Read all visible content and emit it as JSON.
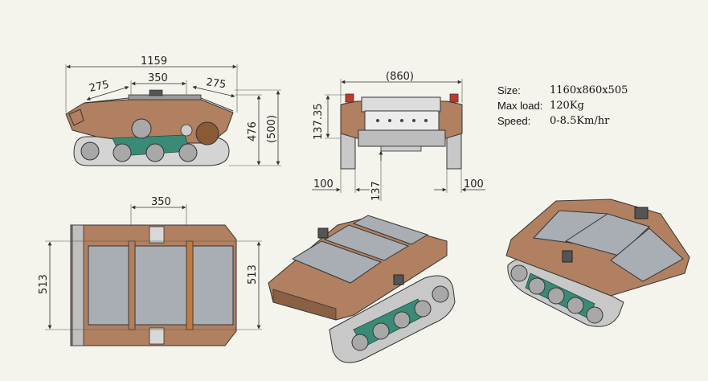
{
  "specs": [
    {
      "label": "Size:",
      "value": "1160x860x505"
    },
    {
      "label": "Max load:",
      "value": "120Kg"
    },
    {
      "label": "Speed:",
      "value": "0-8.5Km/hr"
    }
  ],
  "side_view": {
    "dims": {
      "overall_length": "1159",
      "left_span": "275",
      "center_span": "350",
      "right_span": "275",
      "height": "476",
      "overall_height": "(500)"
    }
  },
  "front_view": {
    "dims": {
      "overall_width": "(860)",
      "top_height": "137.35",
      "left_track": "100",
      "center_offset": "137",
      "right_track": "100"
    }
  },
  "top_view": {
    "dims": {
      "center_span": "350",
      "left_width": "513",
      "right_width": "513"
    }
  },
  "colors": {
    "body": "#b08060",
    "body_dark": "#8a6044",
    "track": "#c8c8c8",
    "wheel": "#a8a8a8",
    "suspension": "#3a8a78",
    "panel": "#a0a8b0",
    "outline": "#333333"
  }
}
